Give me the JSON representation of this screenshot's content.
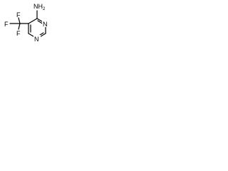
{
  "structure": {
    "atoms": {
      "amine": "NH2",
      "ring_nitrogen_top": "N",
      "ring_nitrogen_bottom": "N",
      "fluorine_top": "F",
      "fluorine_left": "F",
      "fluorine_bottom": "F"
    },
    "colors": {
      "background": "#ffffff",
      "ink": "#000000"
    }
  }
}
